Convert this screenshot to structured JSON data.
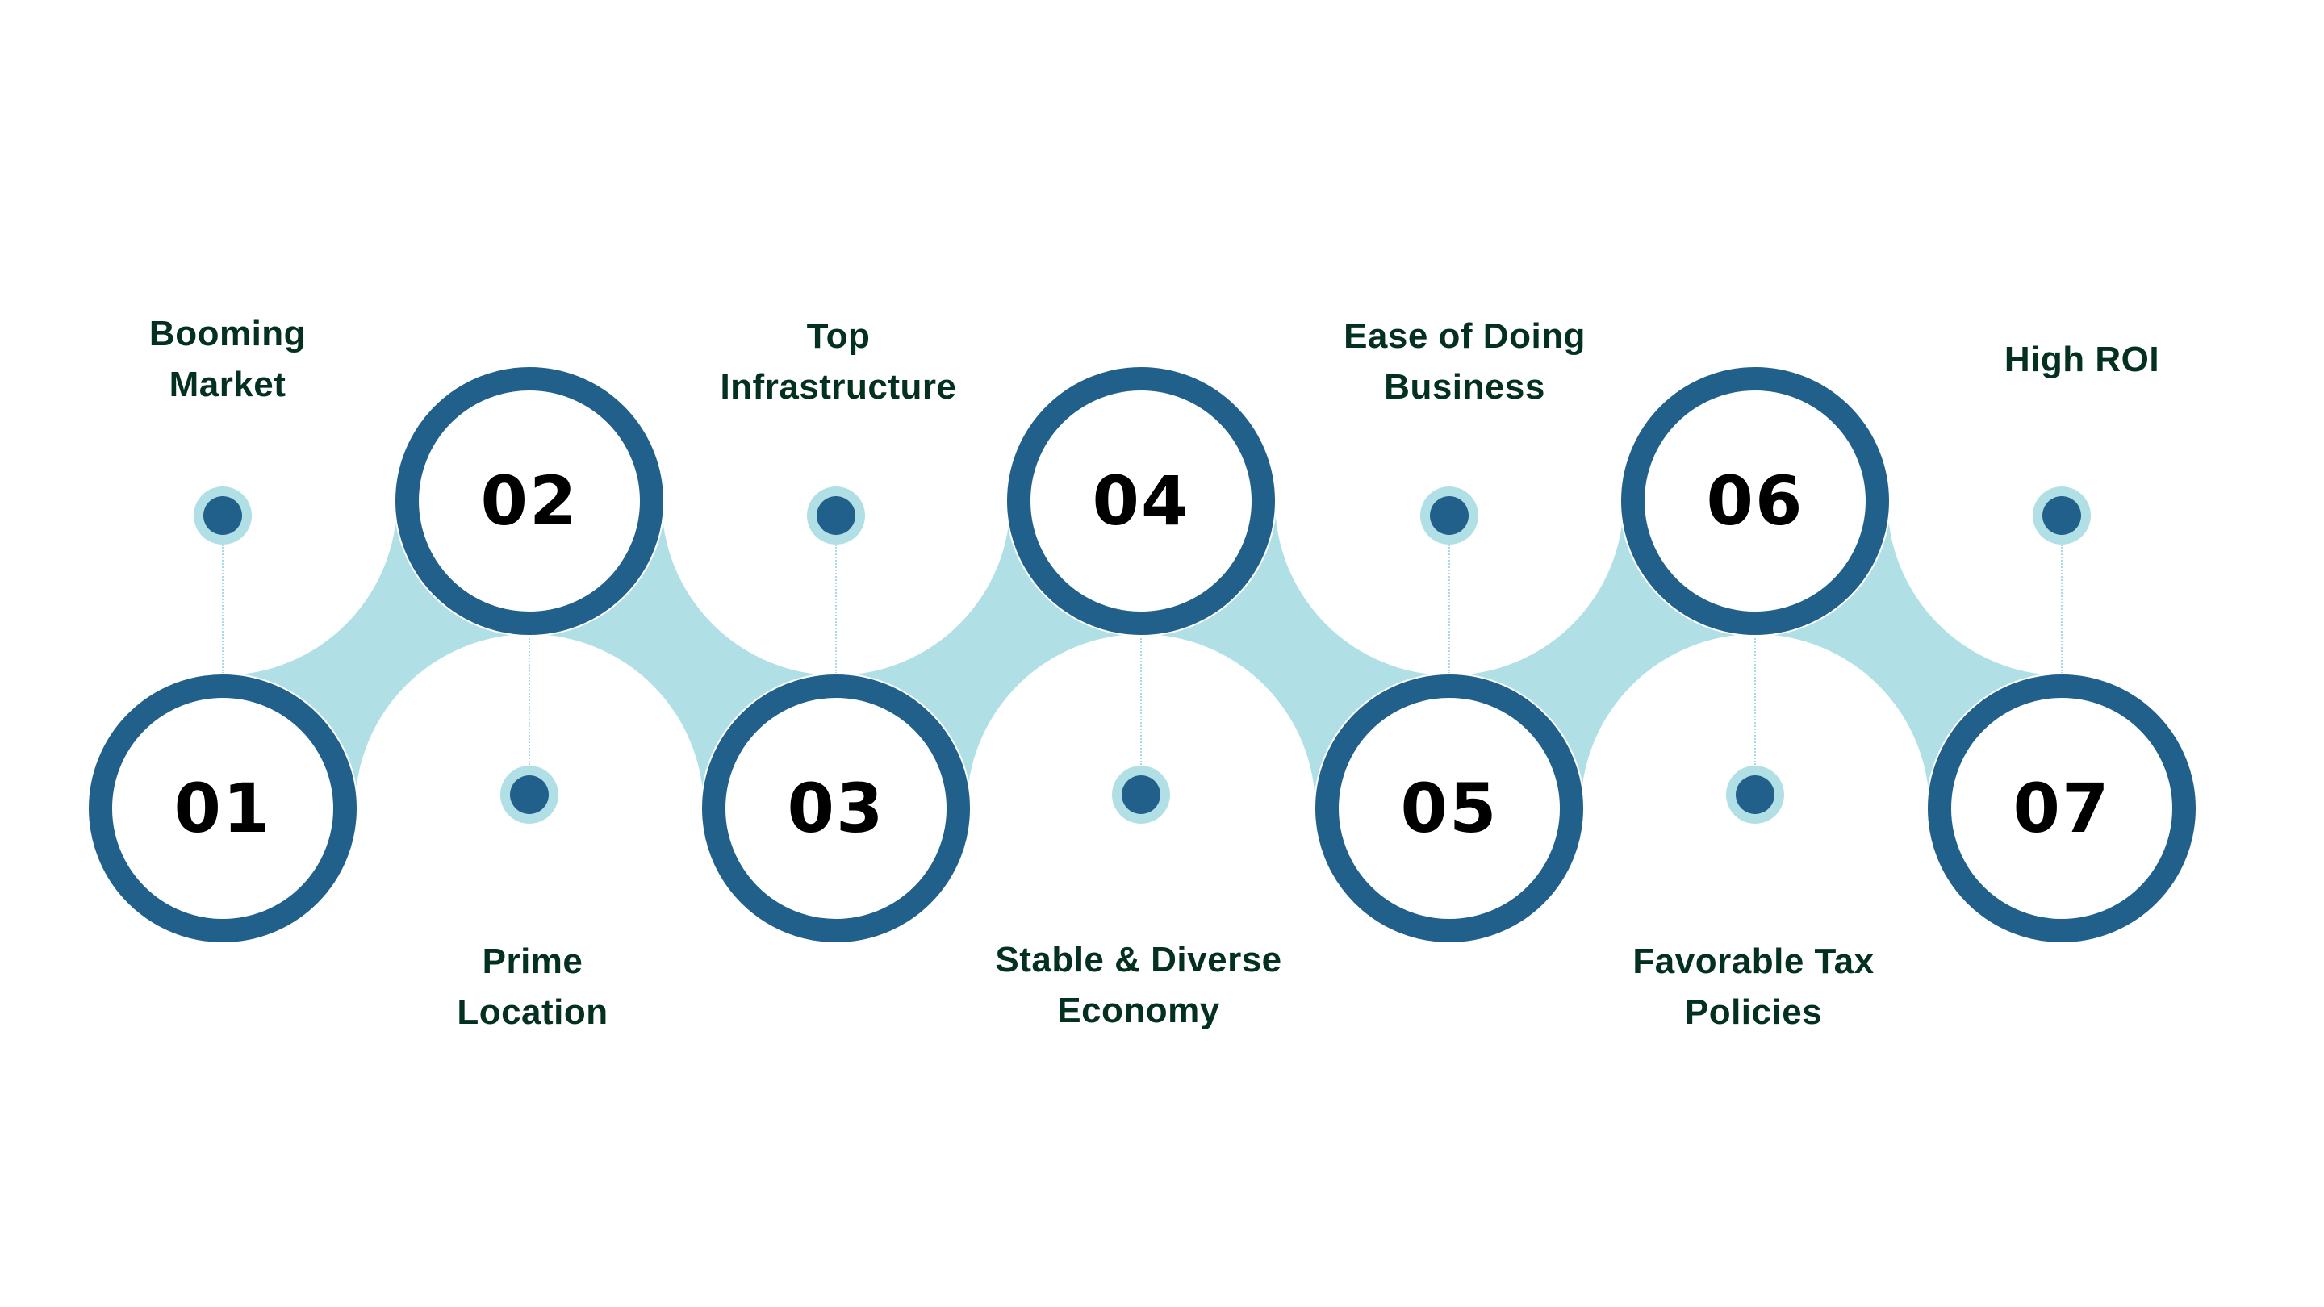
{
  "diagram": {
    "type": "zigzag-process",
    "colors": {
      "ring": "#21608B",
      "band": "#B0E0E6",
      "label_text": "#03301F",
      "number_text": "#000000",
      "background": "#FFFFFF"
    },
    "steps": [
      {
        "number": "01",
        "label_lines": [
          "Booming",
          "Market"
        ],
        "label_position": "top"
      },
      {
        "number": "02",
        "label_lines": [
          "Prime",
          "Location"
        ],
        "label_position": "bottom"
      },
      {
        "number": "03",
        "label_lines": [
          "Top",
          "Infrastructure"
        ],
        "label_position": "top"
      },
      {
        "number": "04",
        "label_lines": [
          "Stable & Diverse",
          "Economy"
        ],
        "label_position": "bottom"
      },
      {
        "number": "05",
        "label_lines": [
          "Ease of Doing",
          "Business"
        ],
        "label_position": "top"
      },
      {
        "number": "06",
        "label_lines": [
          "Favorable Tax",
          "Policies"
        ],
        "label_position": "bottom"
      },
      {
        "number": "07",
        "label_lines": [
          "High ROI"
        ],
        "label_position": "top"
      }
    ]
  }
}
